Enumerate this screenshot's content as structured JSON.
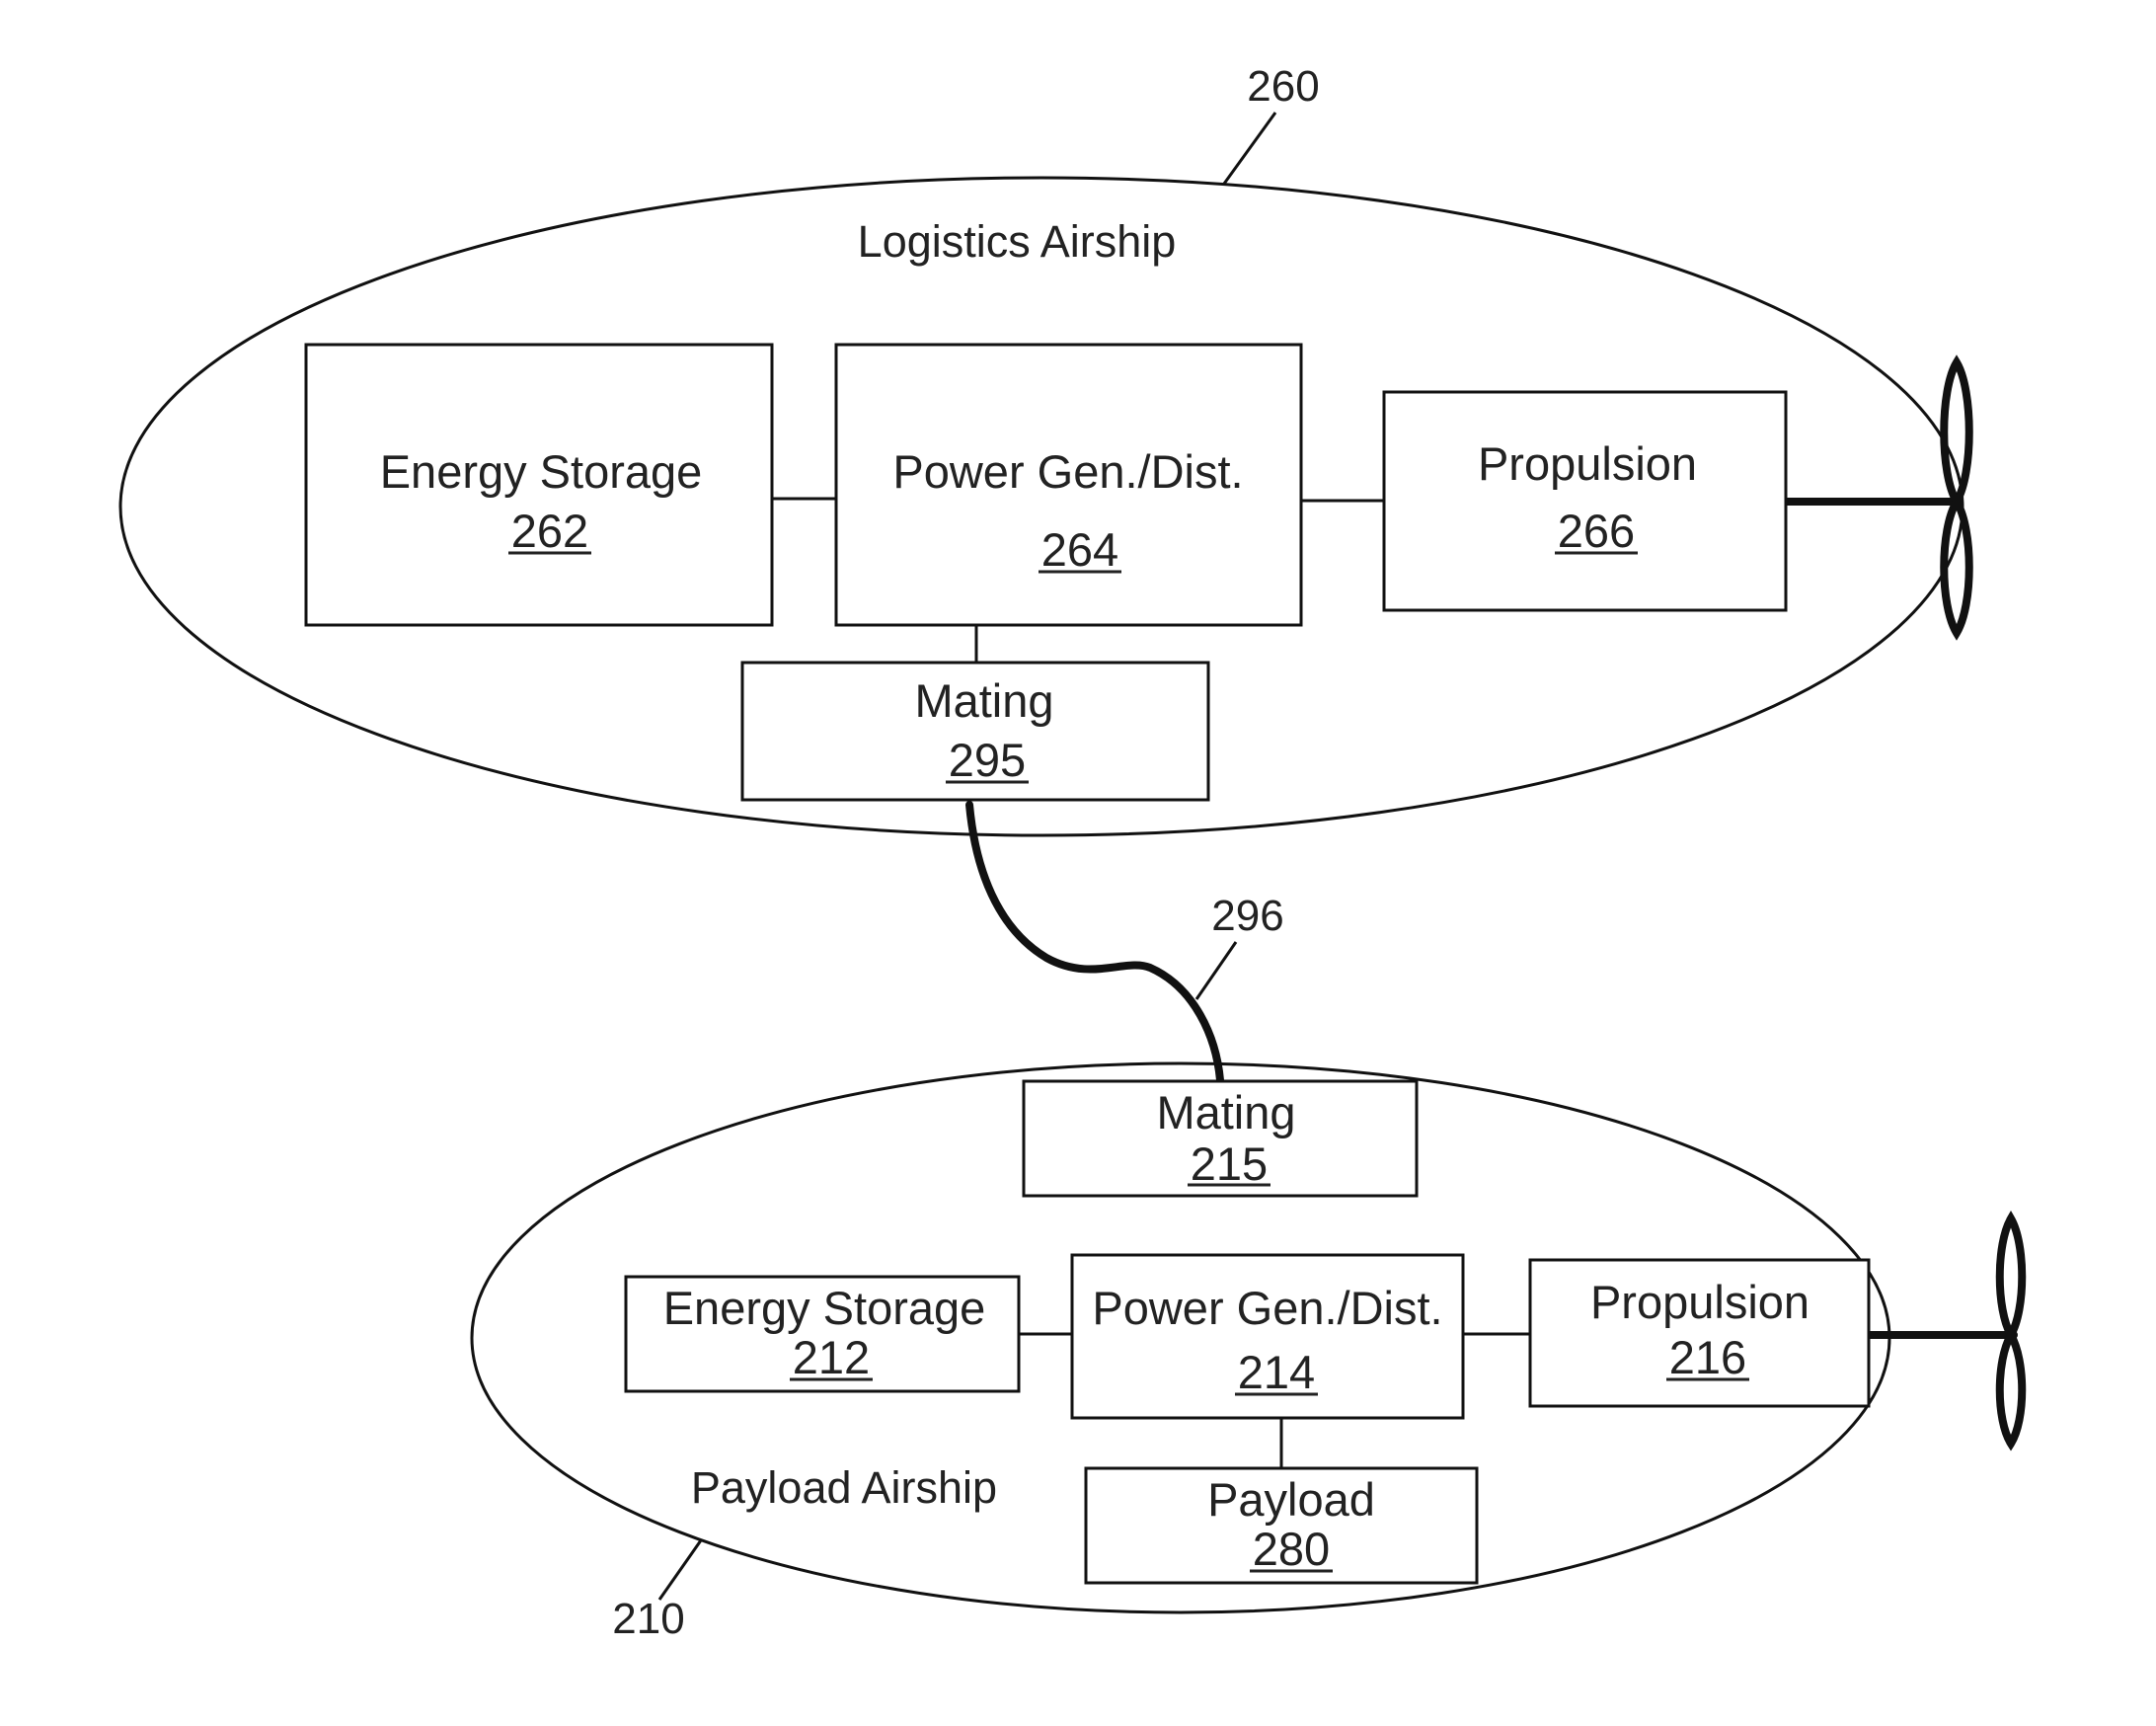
{
  "logistics_airship": {
    "ref": "260",
    "title": "Logistics Airship",
    "energy_storage": {
      "label": "Energy Storage",
      "ref": "262"
    },
    "power_gen": {
      "label": "Power Gen./Dist.",
      "ref": "264"
    },
    "propulsion": {
      "label": "Propulsion",
      "ref": "266"
    },
    "mating": {
      "label": "Mating",
      "ref": "295"
    }
  },
  "tether": {
    "ref": "296"
  },
  "payload_airship": {
    "ref": "210",
    "title": "Payload Airship",
    "mating": {
      "label": "Mating",
      "ref": "215"
    },
    "energy_storage": {
      "label": "Energy Storage",
      "ref": "212"
    },
    "power_gen": {
      "label": "Power Gen./Dist.",
      "ref": "214"
    },
    "propulsion": {
      "label": "Propulsion",
      "ref": "216"
    },
    "payload": {
      "label": "Payload",
      "ref": "280"
    }
  }
}
